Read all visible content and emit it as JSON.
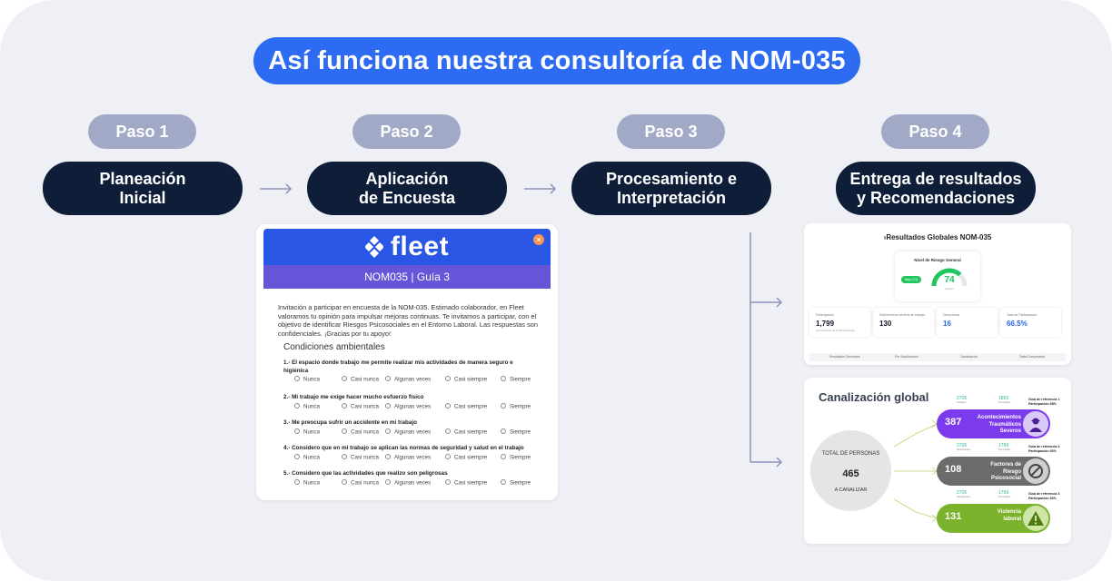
{
  "title": "Así funciona nuestra consultoría de NOM-035",
  "pasos": [
    {
      "label": "Paso 1",
      "step": "Planeación\nInicial"
    },
    {
      "label": "Paso 2",
      "step": "Aplicación\nde Encuesta"
    },
    {
      "label": "Paso 3",
      "step": "Procesamiento e\nInterpretación"
    },
    {
      "label": "Paso 4",
      "step": "Entrega de resultados\ny Recomendaciones"
    }
  ],
  "survey": {
    "brand": "fleet",
    "subtitle": "NOM035 | Guía 3",
    "intro": "Invitación a participar en encuesta de la NOM-035. Estimado colaborador, en Fleet valoramos tu opinión para impulsar mejoras continuas. Te invitamos a participar, con el objetivo de identificar Riesgos Psicosociales en el Entorno Laboral. Las respuestas son confidenciales. ¡Gracias por tu apoyo!",
    "section": "Condiciones ambientales",
    "options": [
      "Nunca",
      "Casi nunca",
      "Algunas veces",
      "Casi siempre",
      "Siempre"
    ],
    "questions": [
      "1.- El espacio donde trabajo me permite realizar mis actividades de manera seguro e higiénica",
      "2.- Mi trabajo me exige hacer mucho esfuerzo físico",
      "3.- Me preocupa sufrir un accidente en mi trabajo",
      "4.- Considero que en mi trabajo se aplican las normas de seguridad y salud en el trabajo",
      "5.- Considero que las actividades que realizo son peligrosas"
    ]
  },
  "results": {
    "title": "Resultados Globales NOM-035",
    "gauge_label": "Nivel de Riesgo General",
    "risk_badge": "Bajo (74)",
    "gauge_value": "74",
    "gauge_fraction": 0.74,
    "gauge_sub": "puntos",
    "stats": [
      {
        "label": "Participación",
        "value": "1,799",
        "note": "participantes de 2,706 personas",
        "color": "#111827"
      },
      {
        "label": "Sobrecentros centros de trabajo",
        "value": "130",
        "note": "",
        "color": "#111827"
      },
      {
        "label": "Direcciones",
        "value": "16",
        "note": "",
        "color": "#2563eb"
      },
      {
        "label": "Tasa de Participación",
        "value": "66.5%",
        "note": "",
        "color": "#2563eb"
      }
    ],
    "tabs": [
      "Resultados Generales",
      "Por Subdirección",
      "Canalización",
      "Tabla Comparativa"
    ]
  },
  "canal": {
    "title": "Canalización global",
    "total_label": "TOTAL DE PERSONAS",
    "total_value": "465",
    "total_sub": "A CANALIZAR",
    "categories": [
      {
        "value": "387",
        "name": "Acontecimientos\nTraumáticos Severos",
        "color": "#7c3aed",
        "icon_bg": "#d9c9f7",
        "icon": "worker-icon",
        "invited": "2706",
        "invited_lbl": "Invitados",
        "done": "1853",
        "done_lbl": "Terminados",
        "ref": "Guía de referencia 1\nParticipación 68%"
      },
      {
        "value": "108",
        "name": "Factores de\nRiesgo\nPsicosocial",
        "color": "#6b6b6b",
        "icon_bg": "#cfcfcf",
        "icon": "block-icon",
        "invited": "2706",
        "invited_lbl": "Participantes",
        "done": "1799",
        "done_lbl": "Terminados",
        "ref": "Guía de referencia 3\nParticipación 66%"
      },
      {
        "value": "131",
        "name": "Violencia\nlaboral",
        "color": "#7cb32d",
        "icon_bg": "#cfe6a9",
        "icon": "warning-icon",
        "invited": "2706",
        "invited_lbl": "Participantes",
        "done": "1799",
        "done_lbl": "Terminados",
        "ref": "Guía de referencia 3\nParticipación 66%"
      }
    ]
  }
}
